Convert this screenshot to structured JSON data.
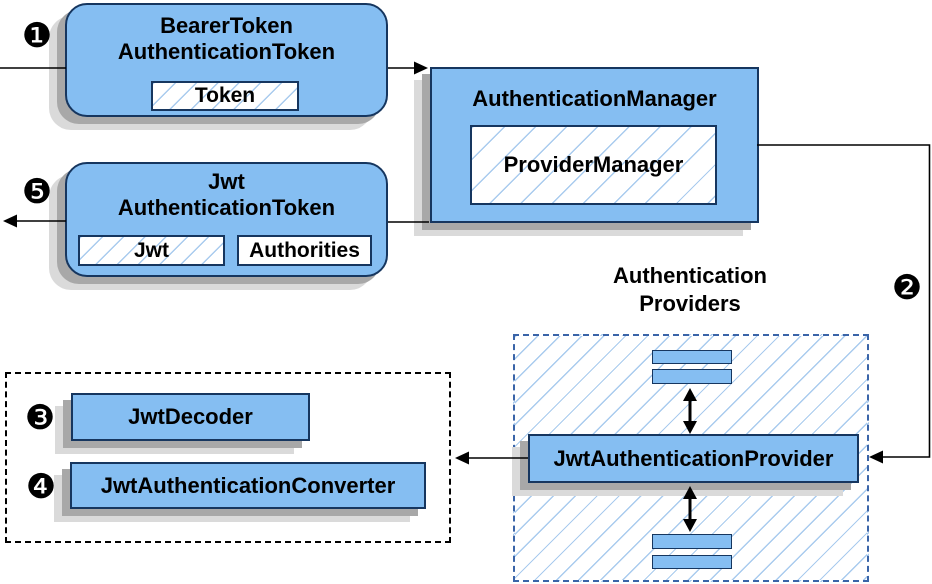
{
  "badges": {
    "step1": "❶",
    "step2": "❷",
    "step3": "❸",
    "step4": "❹",
    "step5": "❺"
  },
  "bearer_token_box": {
    "title_line1": "BearerToken",
    "title_line2": "AuthenticationToken",
    "chip": "Token"
  },
  "jwt_token_box": {
    "title_line1": "Jwt",
    "title_line2": "AuthenticationToken",
    "jwt_chip": "Jwt",
    "authorities_chip": "Authorities"
  },
  "authentication_manager_box": {
    "title": "AuthenticationManager",
    "inner_chip": "ProviderManager"
  },
  "providers_group": {
    "label_line1": "Authentication",
    "label_line2": "Providers",
    "provider_box": "JwtAuthenticationProvider"
  },
  "decoder_group": {
    "decoder_box": "JwtDecoder",
    "converter_box": "JwtAuthenticationConverter"
  },
  "colors": {
    "box_fill": "#85bef2",
    "box_border": "#16365f",
    "hatch_line": "#a9cbee",
    "providers_dash_border": "#3a64a8",
    "decoder_dash_border": "#000000",
    "shadow_dark": "#a8a8a8",
    "shadow_light": "#dadada",
    "connector": "#000000",
    "background": "#ffffff"
  }
}
